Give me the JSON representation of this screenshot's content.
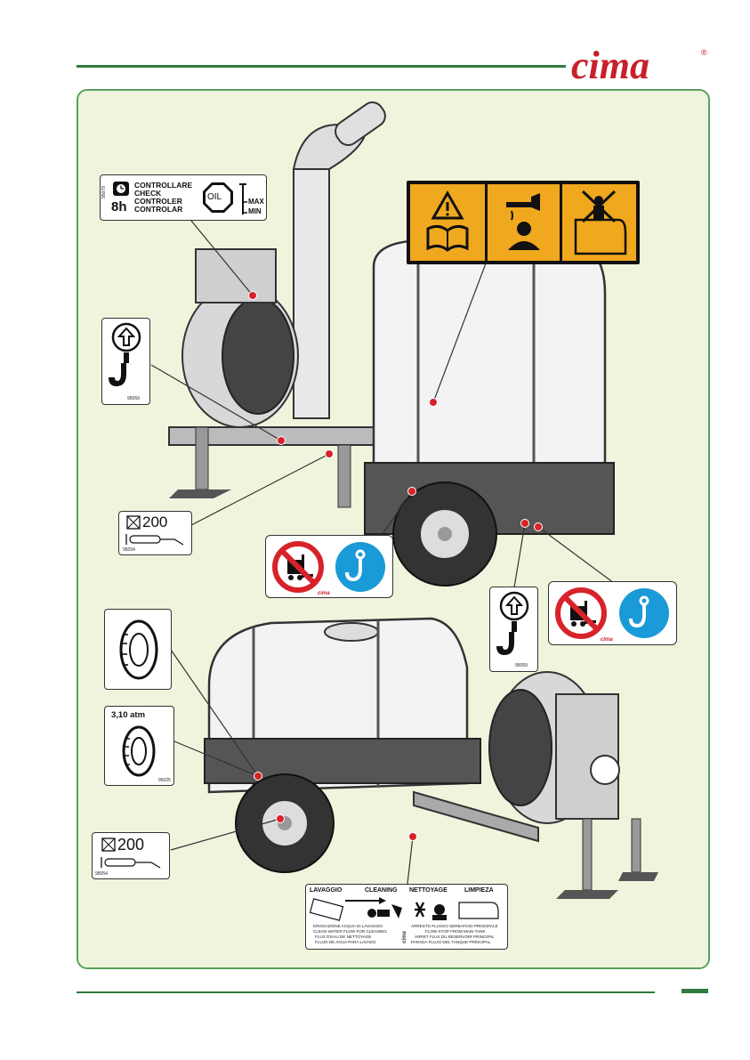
{
  "brand": {
    "logo_text": "cima",
    "reg_mark": "®"
  },
  "colors": {
    "rule_green": "#2f7a3c",
    "panel_border": "#5aa05a",
    "panel_bg": "#eef5dc",
    "logo_red": "#c8202a",
    "warning_yellow": "#f0a81e",
    "prohibit_red": "#d8222a",
    "mandatory_blue": "#1a9ad6",
    "hotspot_red": "#d8222a"
  },
  "decals": {
    "oil_check": {
      "code": "95079",
      "interval": "8h",
      "lines": [
        "CONTROLLARE",
        "CHECK",
        "CONTROLER",
        "CONTROLAR"
      ],
      "oil": "OIL",
      "max": "MAX",
      "min": "MIN"
    },
    "warning_strip": {
      "icons": [
        "warning-read-manual-icon",
        "chemical-hazard-icon",
        "no-tank-climbing-icon"
      ]
    },
    "lifting_hook_1": {
      "code": "95059"
    },
    "lifting_hook_2": {
      "code": "95059"
    },
    "pressure_200_1": {
      "value": "200",
      "code": "95054"
    },
    "pressure_200_2": {
      "value": "200",
      "code": "95054"
    },
    "no_forklift_1": {
      "mini_logo": "cima"
    },
    "no_forklift_2": {
      "mini_logo": "cima"
    },
    "tyre_plain": {
      "icon": "tyre-icon"
    },
    "tyre_pressure": {
      "pressure": "3,10 atm",
      "code": "95025"
    },
    "cleaning": {
      "headers": [
        "LAVAGGIO",
        "CLEANING",
        "NETTOYAGE",
        "LIMPIEZA"
      ],
      "left_text": [
        "EROGAZIONE ACQUA DI LAVAGGIO",
        "CLEAN WATER FLOW FOR CLEANING",
        "FLUX D'EAU DE NETTOYAGE",
        "FLUJO DE AGUA PARA LAVADO"
      ],
      "right_text": [
        "ARRESTO FLUSSO SERBATOIO PRINCIPALE",
        "FLOW STOP FROM MAIN TANK",
        "ARRET FLUX DU RESERVOIR PRINCIPAL",
        "PARADA FLUJO DEL TANQUE PRINCIPAL"
      ],
      "mini_logo": "cima"
    }
  }
}
